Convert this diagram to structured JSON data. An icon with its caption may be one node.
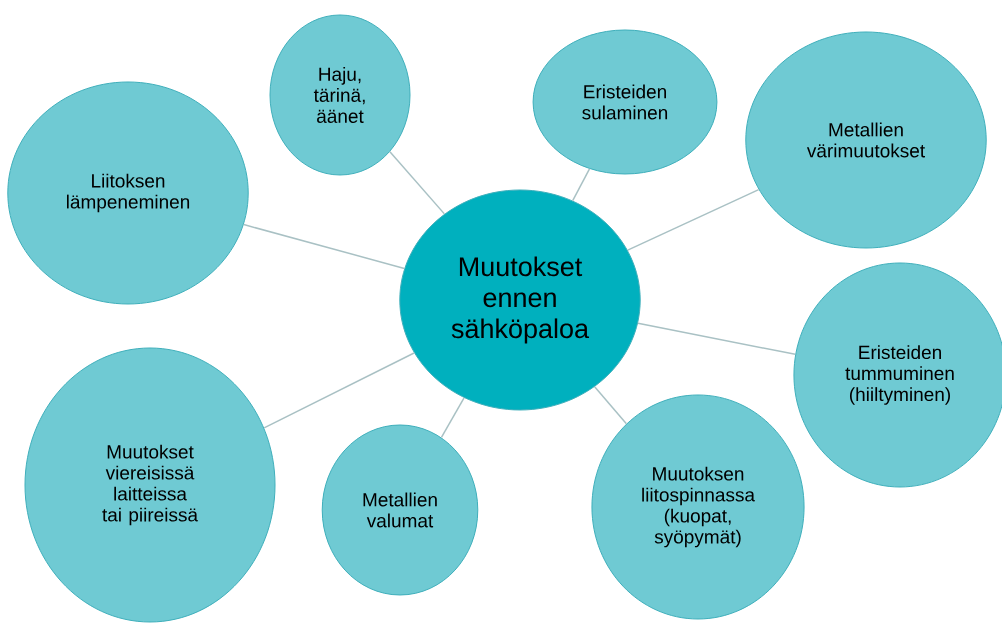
{
  "diagram": {
    "nodes": [
      {
        "text": [
          "Muutokset ennen sähköpaloa"
        ]
      },
      {
        "text": [
          "Liitoksen lämpeneminen"
        ]
      },
      {
        "text": [
          "Haju, tärinä, äänet"
        ]
      },
      {
        "text": [
          "Eristeiden sulaminen"
        ]
      },
      {
        "text": [
          "Metallien värimuutokset"
        ]
      },
      {
        "text": [
          "Eristeiden tummuminen (hiiltyminen)"
        ]
      },
      {
        "text": [
          "Muutoksen liitospinnassa (kuopat, syöpymät)"
        ]
      },
      {
        "text": [
          "Metallien valumat"
        ]
      },
      {
        "text": [
          "Muutokset viereisissä laitteissa tai piireissä"
        ]
      }
    ],
    "edges": [
      {
        "from": 0,
        "to": 1,
        "arrow": "none"
      },
      {
        "from": 0,
        "to": 2,
        "arrow": "none"
      },
      {
        "from": 0,
        "to": 3,
        "arrow": "none"
      },
      {
        "from": 0,
        "to": 4,
        "arrow": "none"
      },
      {
        "from": 0,
        "to": 5,
        "arrow": "none"
      },
      {
        "from": 0,
        "to": 6,
        "arrow": "none"
      },
      {
        "from": 0,
        "to": 7,
        "arrow": "none"
      },
      {
        "from": 0,
        "to": 8,
        "arrow": "none"
      }
    ]
  }
}
